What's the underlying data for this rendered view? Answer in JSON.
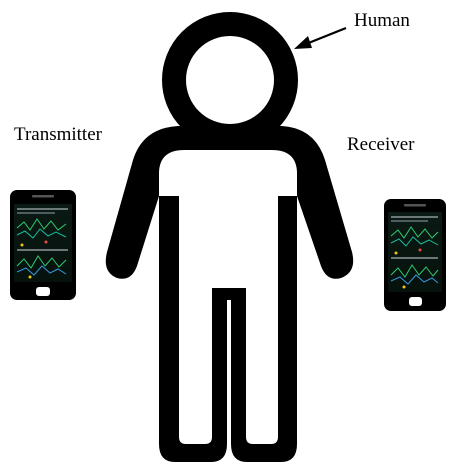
{
  "labels": {
    "human": "Human",
    "transmitter": "Transmitter",
    "receiver": "Receiver"
  },
  "colors": {
    "figure": "#000000",
    "background": "#ffffff",
    "screen_accent_green": "#2ecc71",
    "screen_accent_cyan": "#1abc9c"
  },
  "icons": {
    "human_figure": "person-silhouette-icon",
    "transmitter_device": "smartphone-icon",
    "receiver_device": "smartphone-icon",
    "pointer": "arrow-icon"
  }
}
